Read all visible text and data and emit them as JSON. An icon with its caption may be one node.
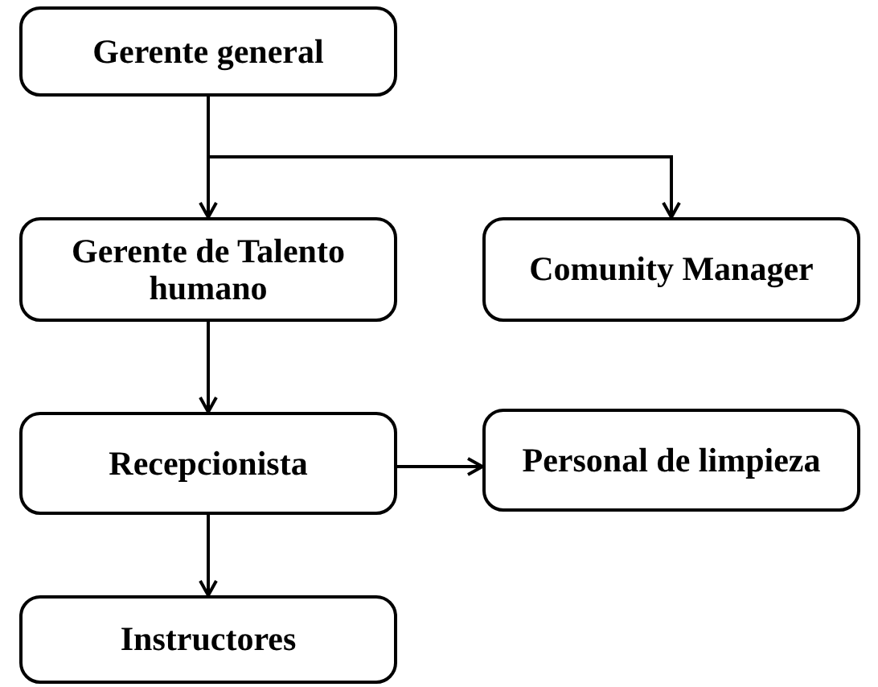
{
  "diagram": {
    "nodes": [
      {
        "text": [
          "Gerente general"
        ]
      },
      {
        "text": [
          "Gerente de Talento humano"
        ]
      },
      {
        "text": [
          "Comunity Manager"
        ]
      },
      {
        "text": [
          "Recepcionista"
        ]
      },
      {
        "text": [
          "Personal de limpieza"
        ]
      },
      {
        "text": [
          "Instructores"
        ]
      }
    ],
    "edges": [
      {
        "from": 0,
        "to": 1,
        "arrow": "to"
      },
      {
        "from": 0,
        "to": 2,
        "arrow": "to"
      },
      {
        "from": 1,
        "to": 3,
        "arrow": "to"
      },
      {
        "from": 3,
        "to": 4,
        "arrow": "to"
      },
      {
        "from": 3,
        "to": 5,
        "arrow": "to"
      }
    ]
  }
}
